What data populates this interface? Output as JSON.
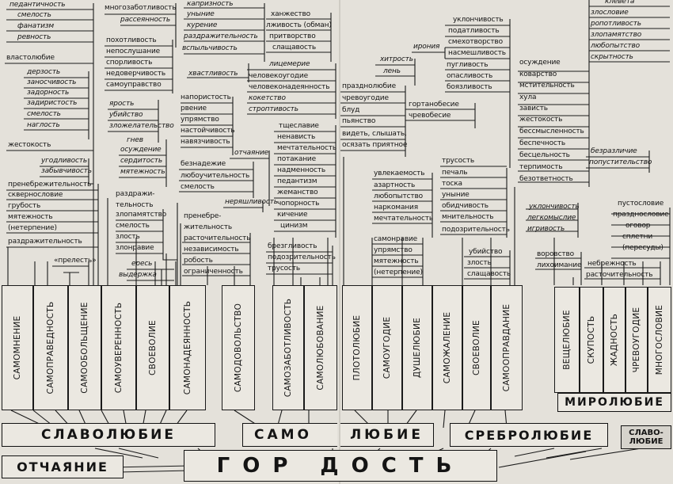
{
  "col1": {
    "group_a": [
      "педантичность",
      "смелость",
      "фанатизм",
      "ревность"
    ],
    "power_love": "властолюбие",
    "group_b": [
      "дерзость",
      "заносчивость",
      "задорность",
      "задиристость",
      "смелость",
      "наглость"
    ],
    "cruelty": "жестокость",
    "group_c": [
      "угодливость",
      "забывчивость"
    ],
    "group_d": [
      "пренебрежительность",
      "сквернословие",
      "грубость",
      "мятежность",
      "(нетерпение)",
      "раздражительность"
    ],
    "prelest": "«прелесть»"
  },
  "col2": {
    "multi_care": "многозаботливость",
    "distraction": "рассеянность",
    "list_a": [
      "похотливость",
      "непослушание",
      "спорливость",
      "недоверчивость",
      "самоуправство"
    ],
    "list_b": [
      "ярость",
      "убийство",
      "зложелательство"
    ],
    "anger": "гнев",
    "list_c": [
      "осуждение",
      "сердитость",
      "мятежность"
    ],
    "irritability_1": "раздражи-",
    "irritability_2": "тельность",
    "list_d": [
      "злопамятство",
      "смелость",
      "злость",
      "злонравие"
    ],
    "list_e": [
      "ересь",
      "выдержка"
    ]
  },
  "col3": {
    "list_a": [
      "капризность",
      "уныние",
      "курение",
      "раздражительность",
      "вспыльчивость"
    ],
    "list_b": [
      "ханжество",
      "лживость (обман)",
      "притворство",
      "слащавость"
    ],
    "boasting": "хвастливость",
    "list_c": [
      "лицемерие",
      "человекоугодие",
      "человеконадеянность",
      "кокетство",
      "строптивость"
    ],
    "list_d": [
      "напористость",
      "рвение",
      "упрямство",
      "настойчивость",
      "навязчивость"
    ],
    "despair_small": "отчаяние",
    "list_e": [
      "безнадежие",
      "любоучительность",
      "смелость"
    ],
    "list_f": [
      "тщеславие",
      "ненависть",
      "мечтательность",
      "потакание",
      "надменность",
      "педантизм",
      "жеманство",
      "чопорность",
      "кичение",
      "цинизм"
    ],
    "squeamishness": "неряшливость",
    "neglect_1": "пренебре-",
    "neglect_2": "жительность",
    "list_g": [
      "расточительность",
      "независимость",
      "робость",
      "ограниченность"
    ],
    "list_h": [
      "брезгливость",
      "подозрительность",
      "трусость"
    ]
  },
  "col4": {
    "list_a": [
      "уклончивость",
      "податливость",
      "смехотворство",
      "насмешливость",
      "пугливость",
      "опасливость",
      "боязливость"
    ],
    "irony": "ирония",
    "list_b": [
      "хитрость",
      "лень"
    ],
    "list_c": [
      "празднолюбие",
      "чревоугодие",
      "блуд",
      "пьянство",
      "видеть, слышать,",
      "осязать приятное"
    ],
    "list_d": [
      "гортанобесие",
      "чревобесие"
    ],
    "list_e": [
      "увлекаемость",
      "азартность",
      "любопытство",
      "наркомания",
      "мечтательность"
    ],
    "list_f": [
      "трусость",
      "печаль",
      "тоска",
      "уныние",
      "обидчивость",
      "мнительность",
      "подозрительность"
    ],
    "list_g": [
      "самонравие",
      "упрямство",
      "мятежность",
      "(нетерпение)"
    ],
    "list_h": [
      "убийство",
      "злость",
      "слащавость"
    ]
  },
  "col5": {
    "list_a": [
      "клевета",
      "злословие",
      "ропотливость",
      "злопамятство",
      "любопытство",
      "скрытность"
    ],
    "list_b": [
      "осуждение",
      "коварство",
      "мстительность",
      "хула",
      "зависть",
      "жестокость",
      "бессмысленность",
      "беспечность",
      "бесцельность",
      "терпимость",
      "безответность"
    ],
    "list_c": [
      "безразличие",
      "попустительство"
    ],
    "list_d": [
      "уклончивость",
      "легкомыслие",
      "игривость"
    ],
    "list_e": [
      "пустословие",
      "празднословие",
      "оговор",
      "сплетни",
      "(пересуды)"
    ],
    "list_f": [
      "воровство",
      "лихоимание"
    ],
    "list_g": [
      "небрежность",
      "расточительность"
    ]
  },
  "columns": [
    "САМОМНЕНИЕ",
    "САМОПРАВЕДНОСТЬ",
    "САМООБОЛЬЩЕНИЕ",
    "САМОУВЕРЕННОСТЬ",
    "СВОЕВОЛИЕ",
    "САМОНАДЕЯННОСТЬ",
    "САМОДОВОЛЬСТВО",
    "САМОЗАБОТЛИВОСТЬ",
    "САМОЛЮБОВАНИЕ",
    "ПЛОТОЛЮБИЕ",
    "САМОУГОДИЕ",
    "ДУШЕЛЮБИЕ",
    "САМОЖАЛЕНИЕ",
    "СВОЕВОЛИЕ",
    "САМООПРАВДАНИЕ",
    "ВЕЩЕЛЮБИЕ",
    "СКУПОСТЬ",
    "ЖАДНОСТЬ",
    "ЧРЕВОУГОДИЕ",
    "МНОГОСЛОВИЕ"
  ],
  "roots": {
    "slavolyubie": "СЛАВОЛЮБИЕ",
    "samolyubie_a": "САМО",
    "samolyubie_b": "ЛЮБИЕ",
    "srebrolyubie": "СРЕБРОЛЮБИЕ",
    "mirolyubie": "МИРОЛЮБИЕ",
    "slavolyubie_small_1": "СЛАВО-",
    "slavolyubie_small_2": "ЛЮБИЕ",
    "otchayanie": "ОТЧАЯНИЕ",
    "gordost": "ГОР ДОСТЬ"
  }
}
